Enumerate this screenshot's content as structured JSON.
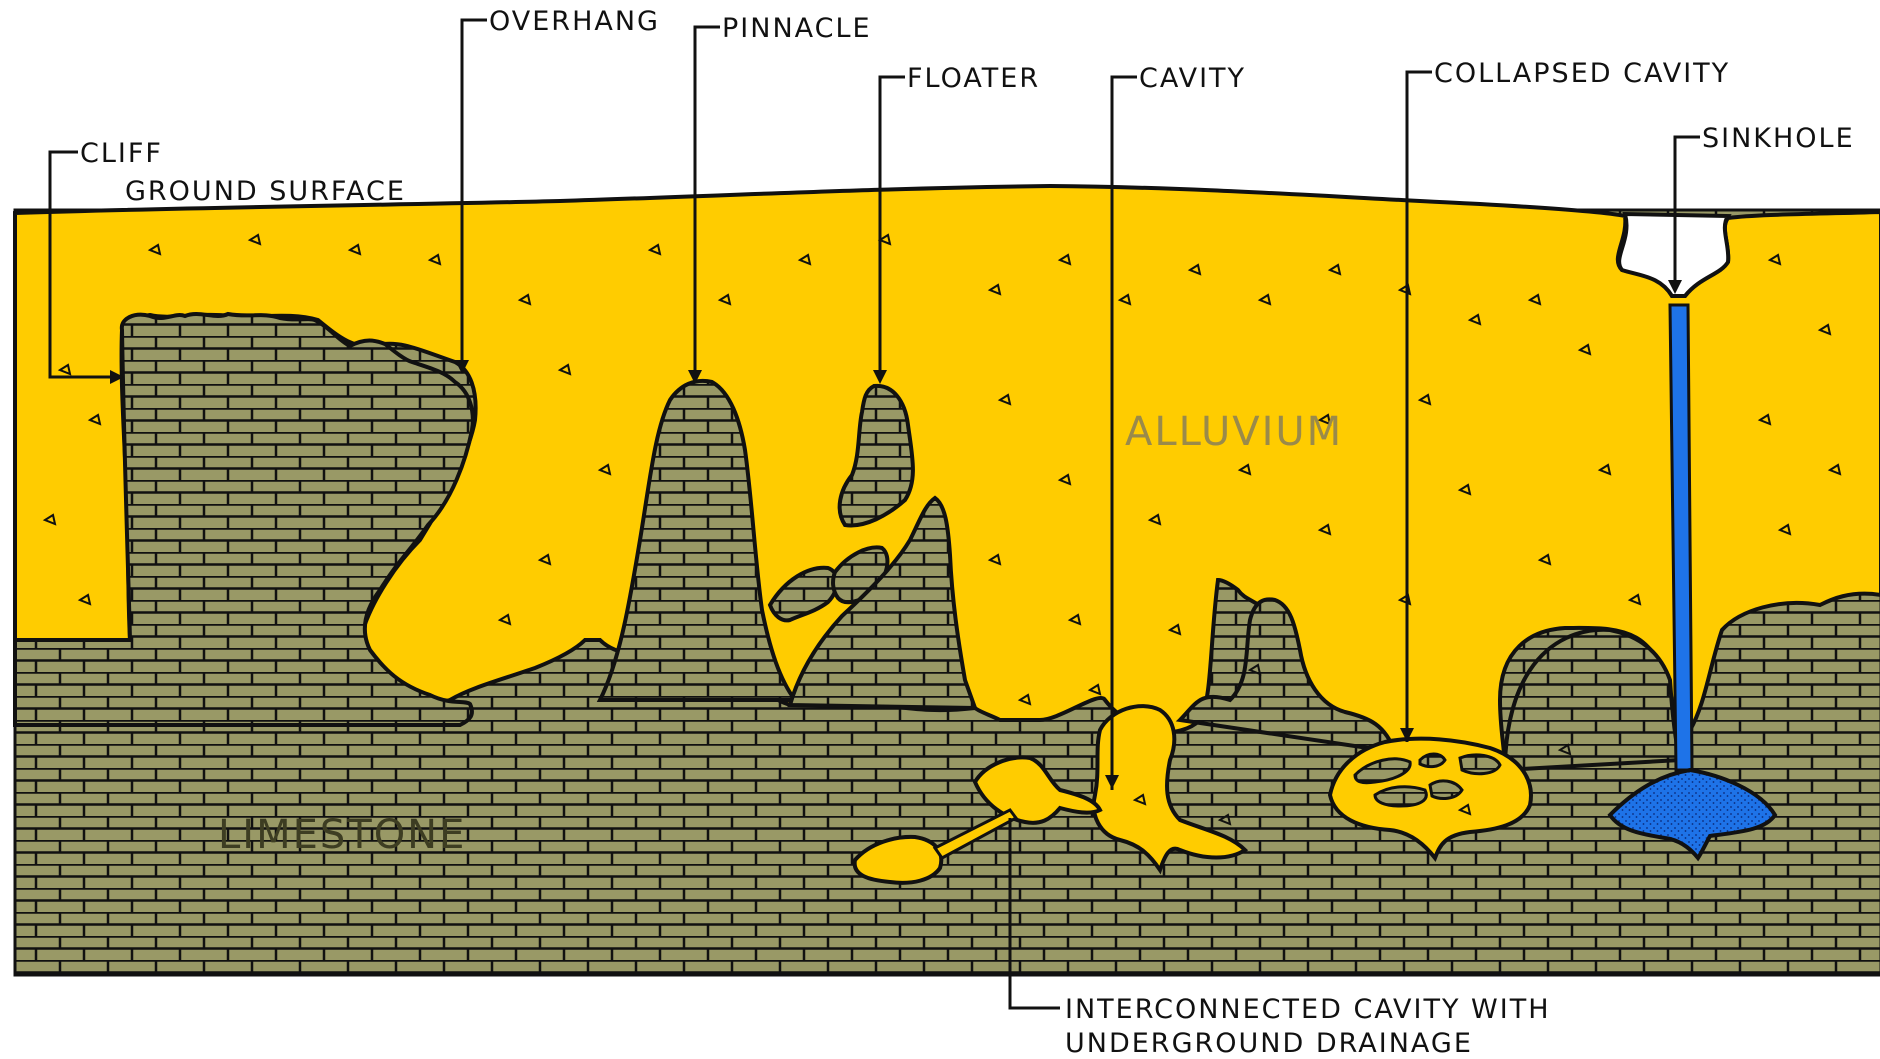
{
  "labels": {
    "cliff": "CLIFF",
    "ground_surface": "GROUND SURFACE",
    "overhang": "OVERHANG",
    "pinnacle": "PINNACLE",
    "floater": "FLOATER",
    "cavity": "CAVITY",
    "collapsed_cavity": "COLLAPSED CAVITY",
    "sinkhole": "SINKHOLE",
    "alluvium": "ALLUVIUM",
    "limestone": "LIMESTONE",
    "interconnected_line1": "INTERCONNECTED CAVITY WITH",
    "interconnected_line2": "UNDERGROUND DRAINAGE"
  },
  "colors": {
    "alluvium": "#FFCC00",
    "limestone": "#999966",
    "water": "#1E73E8",
    "outline": "#111111",
    "background": "#FFFFFF"
  }
}
